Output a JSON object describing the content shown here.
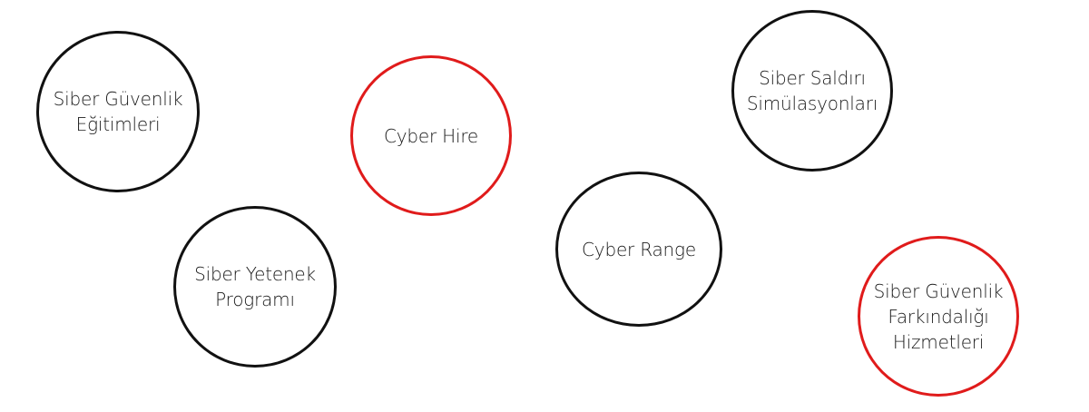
{
  "colors": {
    "background": "#ffffff",
    "black_ring": "#111111",
    "red_ring": "#e01b1b",
    "text": "#1a1a1a"
  },
  "bubbles": [
    {
      "label": "Siber Güvenlik\nEğitimleri",
      "ring": "black"
    },
    {
      "label": "Cyber Hire",
      "ring": "red"
    },
    {
      "label": "Siber Saldırı\nSimülasyonları",
      "ring": "black"
    },
    {
      "label": "Siber Yetenek\nProgramı",
      "ring": "black"
    },
    {
      "label": "Cyber Range",
      "ring": "black"
    },
    {
      "label": "Siber Güvenlik\nFarkındalığı\nHizmetleri",
      "ring": "red"
    }
  ]
}
